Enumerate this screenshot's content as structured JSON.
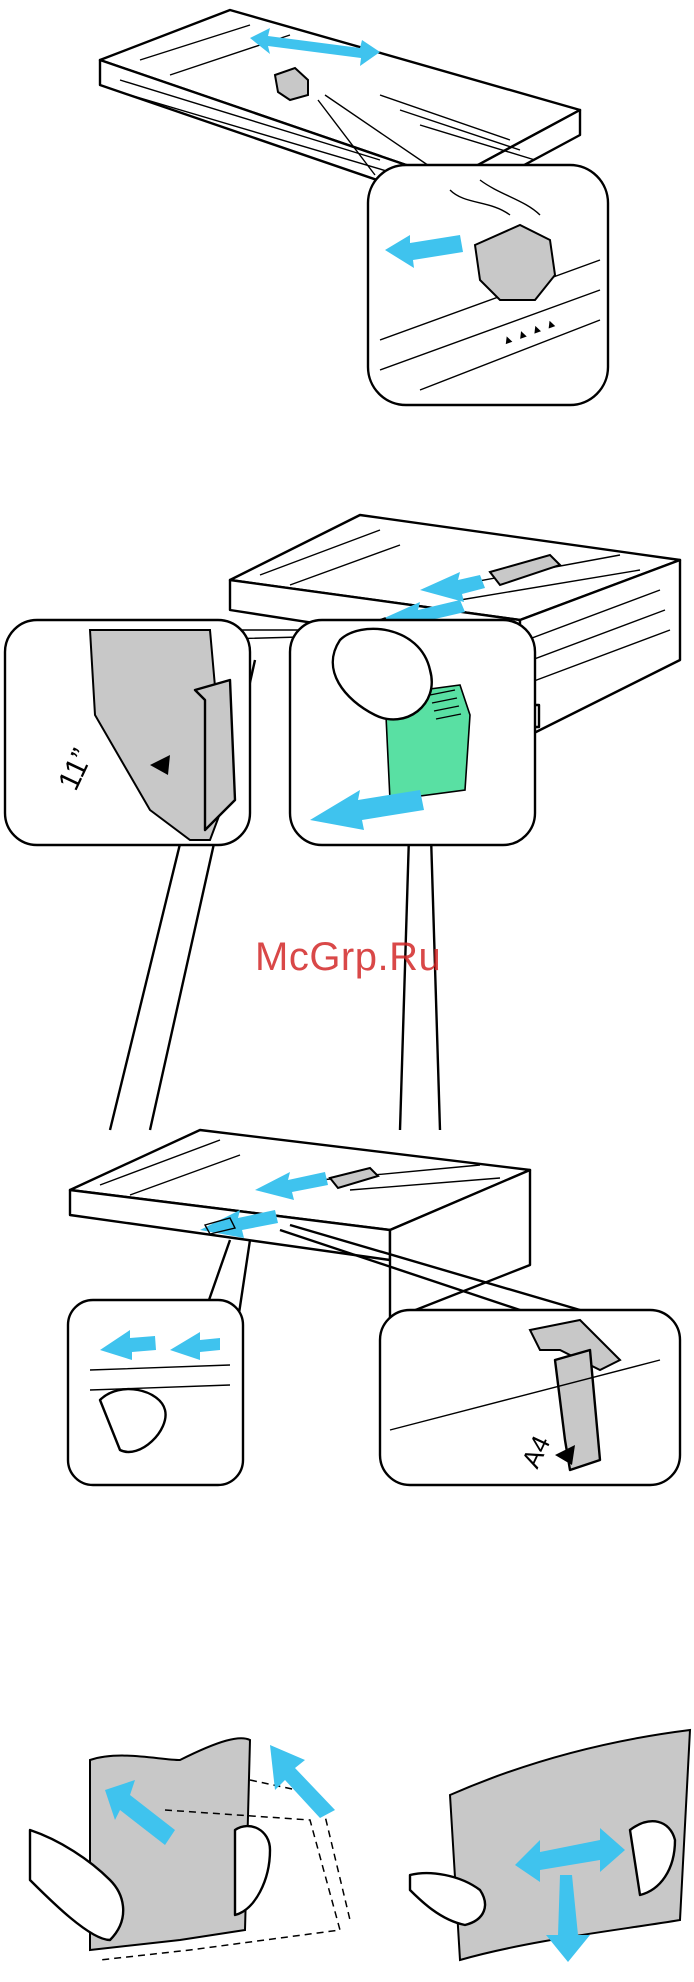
{
  "illustrations": [
    {
      "id": "tray-1",
      "description_icon": "paper-tray-slide-guide-icon"
    },
    {
      "id": "tray-2",
      "description_icon": "paper-tray-length-lock-icon"
    },
    {
      "id": "tray-3",
      "description_icon": "paper-tray-a4-guide-icon"
    },
    {
      "id": "fan-paper",
      "description_icon": "fan-paper-stack-icon"
    }
  ],
  "labels": {
    "size_marker_11": "11”",
    "size_marker_a4": "A4"
  },
  "watermark": "McGrp.Ru",
  "colors": {
    "arrow": "#3fc3ee",
    "latch": "#59e0a3",
    "guide": "#c8c8c8",
    "watermark": "#d22828"
  }
}
